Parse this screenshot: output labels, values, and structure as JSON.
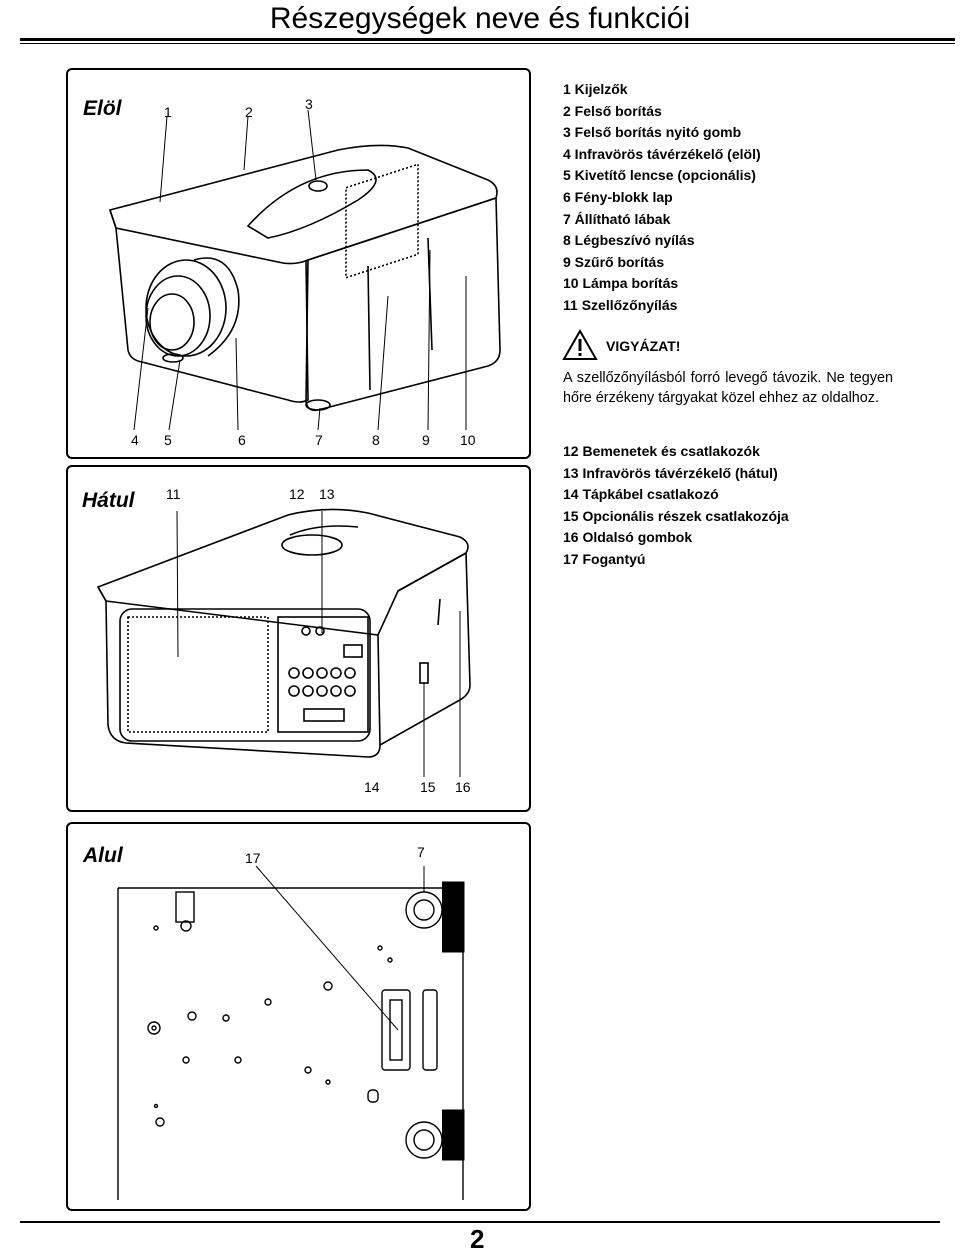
{
  "page": {
    "title": "Részegységek neve és funkciói",
    "page_number": "2"
  },
  "front": {
    "label": "Elöl",
    "top_numbers": [
      "1",
      "2",
      "3"
    ],
    "bottom_numbers": [
      "4",
      "5",
      "6",
      "7",
      "8",
      "9",
      "10"
    ]
  },
  "rear": {
    "label": "Hátul",
    "top_numbers": [
      "11",
      "12",
      "13"
    ],
    "bottom_numbers": [
      "14",
      "15",
      "16"
    ]
  },
  "bottom": {
    "label": "Alul",
    "numbers": [
      "17",
      "7"
    ]
  },
  "legend_front": [
    "1 Kijelzők",
    "2 Felső borítás",
    "3 Felső borítás nyitó gomb",
    "4 Infravörös távérzékelő (elöl)",
    "5 Kivetítő lencse (opcionális)",
    "6 Fény-blokk lap",
    "7 Állítható lábak",
    "8 Légbeszívó nyílás",
    "9 Szűrő borítás",
    "10 Lámpa borítás",
    "11 Szellőzőnyílás"
  ],
  "warning": {
    "title": "VIGYÁZAT!",
    "text": "A szellőzőnyílásból forró levegő távozik. Ne tegyen hőre érzékeny tárgyakat közel ehhez az oldalhoz."
  },
  "legend_rear": [
    "12 Bemenetek és csatlakozók",
    "13 Infravörös távérzékelő (hátul)",
    "14 Tápkábel csatlakozó",
    "15 Opcionális részek csatlakozója",
    "16 Oldalsó gombok",
    "17 Fogantyú"
  ],
  "icons": {
    "warning": "warning-triangle-icon"
  }
}
